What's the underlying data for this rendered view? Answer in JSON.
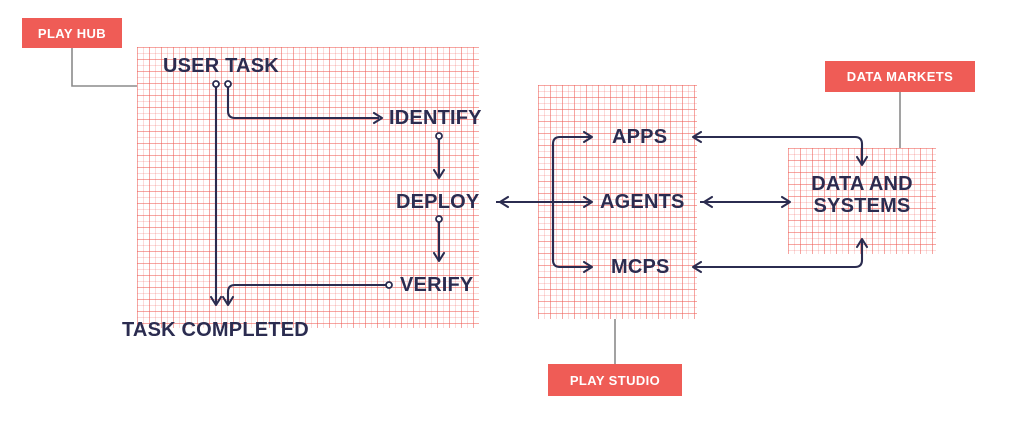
{
  "diagram": {
    "title": "Play Hub and Play Studio architecture flow",
    "colors": {
      "accent": "#ef5c56",
      "ink": "#2b2c50",
      "grid": "#ef5c56",
      "leader": "#8b8b8b",
      "background": "#ffffff"
    }
  },
  "badges": [
    {
      "id": "play-hub",
      "label": "PLAY HUB"
    },
    {
      "id": "play-studio",
      "label": "PLAY STUDIO"
    },
    {
      "id": "data-markets",
      "label": "DATA MARKETS"
    }
  ],
  "groups": [
    {
      "id": "play-hub-group",
      "label": "PLAY HUB",
      "members": [
        "USER TASK",
        "IDENTIFY",
        "DEPLOY",
        "VERIFY",
        "TASK COMPLETED"
      ]
    },
    {
      "id": "play-studio-group",
      "label": "PLAY STUDIO",
      "members": [
        "APPS",
        "AGENTS",
        "MCPS"
      ]
    },
    {
      "id": "data-markets-group",
      "label": "DATA MARKETS",
      "members": [
        "DATA AND SYSTEMS"
      ]
    }
  ],
  "nodes": {
    "user_task": "USER TASK",
    "identify": "IDENTIFY",
    "deploy": "DEPLOY",
    "verify": "VERIFY",
    "task_completed": "TASK COMPLETED",
    "apps": "APPS",
    "agents": "AGENTS",
    "mcps": "MCPS",
    "data_and_systems_line1": "DATA AND",
    "data_and_systems_line2": "SYSTEMS"
  },
  "edges": [
    {
      "from": "USER TASK",
      "to": "IDENTIFY",
      "style": "arrow"
    },
    {
      "from": "USER TASK",
      "to": "TASK COMPLETED",
      "style": "arrow"
    },
    {
      "from": "IDENTIFY",
      "to": "DEPLOY",
      "style": "arrow"
    },
    {
      "from": "DEPLOY",
      "to": "VERIFY",
      "style": "arrow"
    },
    {
      "from": "VERIFY",
      "to": "TASK COMPLETED",
      "style": "arrow"
    },
    {
      "from": "DEPLOY",
      "to": "APPS",
      "style": "arrow"
    },
    {
      "from": "DEPLOY",
      "to": "AGENTS",
      "style": "bidirectional"
    },
    {
      "from": "DEPLOY",
      "to": "MCPS",
      "style": "arrow"
    },
    {
      "from": "DATA AND SYSTEMS",
      "to": "APPS",
      "style": "arrow"
    },
    {
      "from": "DATA AND SYSTEMS",
      "to": "AGENTS",
      "style": "bidirectional"
    },
    {
      "from": "DATA AND SYSTEMS",
      "to": "MCPS",
      "style": "arrow"
    },
    {
      "from": "DATA MARKETS",
      "to": "DATA AND SYSTEMS",
      "style": "arrow"
    }
  ]
}
